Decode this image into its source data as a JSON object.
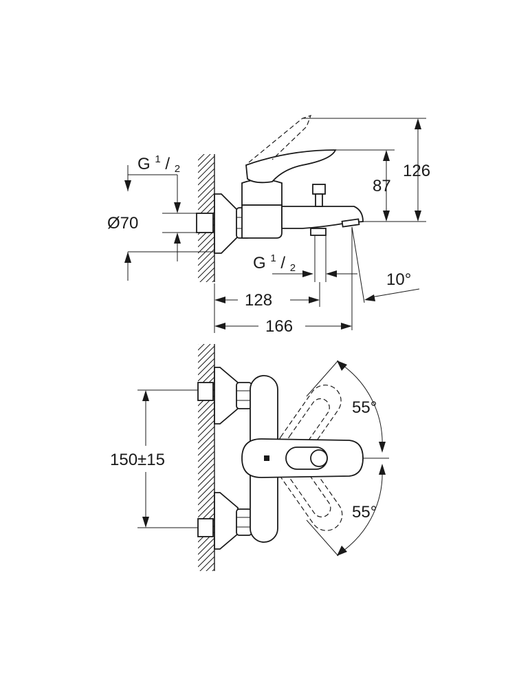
{
  "side_view": {
    "dim_total_height": "126",
    "dim_spout_height": "87",
    "dim_rosette_diameter": "Ø70",
    "dim_inlet_connection": {
      "prefix": "G",
      "num": "1",
      "sep": "/",
      "den": "2"
    },
    "dim_outlet_connection": {
      "prefix": "G",
      "num": "1",
      "sep": "/",
      "den": "2"
    },
    "dim_angle": "10°",
    "dim_outlet_depth": "128",
    "dim_projection": "166"
  },
  "front_view": {
    "dim_centers": "150±15",
    "angle_up": "55°",
    "angle_down": "55°"
  }
}
